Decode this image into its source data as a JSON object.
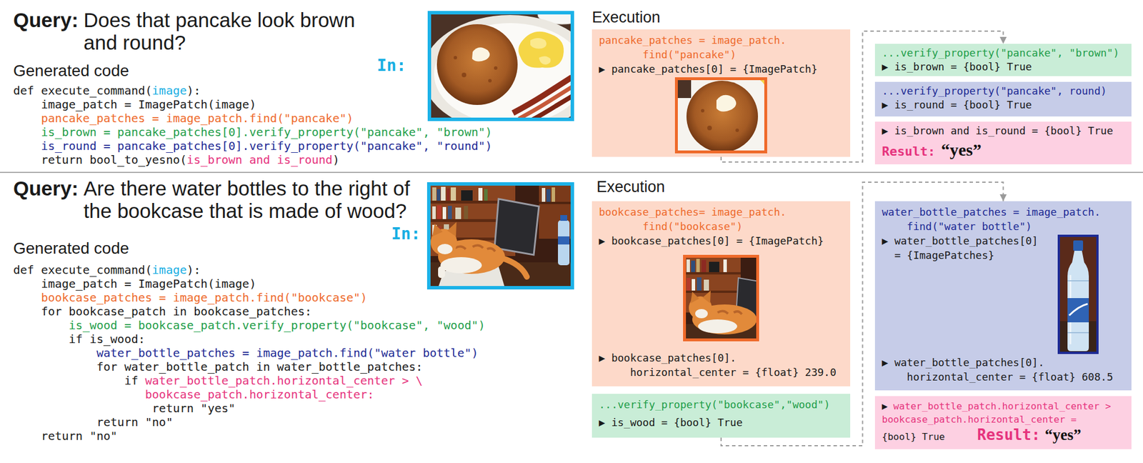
{
  "diagram": {
    "nodes": [
      {
        "text": [
          "pancake_patches = image_patch. find(\"pancake\")",
          "▶ pancake_patches[0] = {ImagePatch}"
        ]
      },
      {
        "text": [
          "...verify_property(\"pancake\", \"brown\")",
          "▶ is_brown = {bool} True"
        ]
      },
      {
        "text": [
          "...verify_property(\"pancake\", round)",
          "▶ is_round = {bool} True"
        ]
      },
      {
        "text": [
          "▶ is_brown and is_round = {bool} True",
          "Result:",
          "“yes”"
        ]
      },
      {
        "text": [
          "bookcase_patches= image_patch. find(\"bookcase\")",
          "▶ bookcase_patches[0] = {ImagePatch}",
          "▶ bookcase_patches[0]. horizontal_center = {float} 239.0"
        ]
      },
      {
        "text": [
          "...verify_property(\"bookcase\",\"wood\")",
          "▶ is_wood = {bool} True"
        ]
      },
      {
        "text": [
          "water_bottle_patches = image_patch. find(\"water bottle\")",
          "▶ water_bottle_patches[0] = {ImagePatches}",
          "▶ water_bottle_patches[0]. horizontal_center = {float} 608.5"
        ]
      },
      {
        "text": [
          "▶",
          "water_bottle_patch.horizontal_center > bookcase_patch.horizontal_center =",
          "{bool} True",
          "Result:",
          "“yes”"
        ]
      }
    ],
    "edges": [
      {
        "from": 0,
        "to": 1,
        "arrow": "to"
      },
      {
        "from": 5,
        "to": 6,
        "arrow": "to"
      }
    ],
    "labels": [
      "Query:",
      "Does that pancake look brown and round?",
      "Generated code",
      "def execute_command(",
      "image",
      "):",
      "image_patch = ImagePatch(image)",
      "pancake_patches = image_patch.find(\"pancake\")",
      "is_brown = pancake_patches[0].verify_property(\"pancake\", \"brown\")",
      "is_round = pancake_patches[0].verify_property(\"pancake\", \"round\")",
      "return bool_to_yesno(",
      "is_brown and is_round",
      ")",
      "In:",
      "Execution",
      "Query:",
      "Are there water bottles to the right of the bookcase that is made of wood?",
      "Generated code",
      "def execute_command(",
      "image",
      "):",
      "image_patch = ImagePatch(image)",
      "bookcase_patches = image_patch.find(\"bookcase\")",
      "for bookcase_patch in bookcase_patches:",
      "is_wood = bookcase_patch.verify_property(\"bookcase\", \"wood\")",
      "if is_wood:",
      "water_bottle_patches = image_patch.find(\"water bottle\")",
      "for water_bottle_patch in water_bottle_patches:",
      "if",
      "water_bottle_patch.horizontal_center > \\",
      "bookcase_patch.horizontal_center:",
      "return \"yes\"",
      "return \"no\"",
      "return \"no\"",
      "In:",
      "Execution"
    ]
  }
}
